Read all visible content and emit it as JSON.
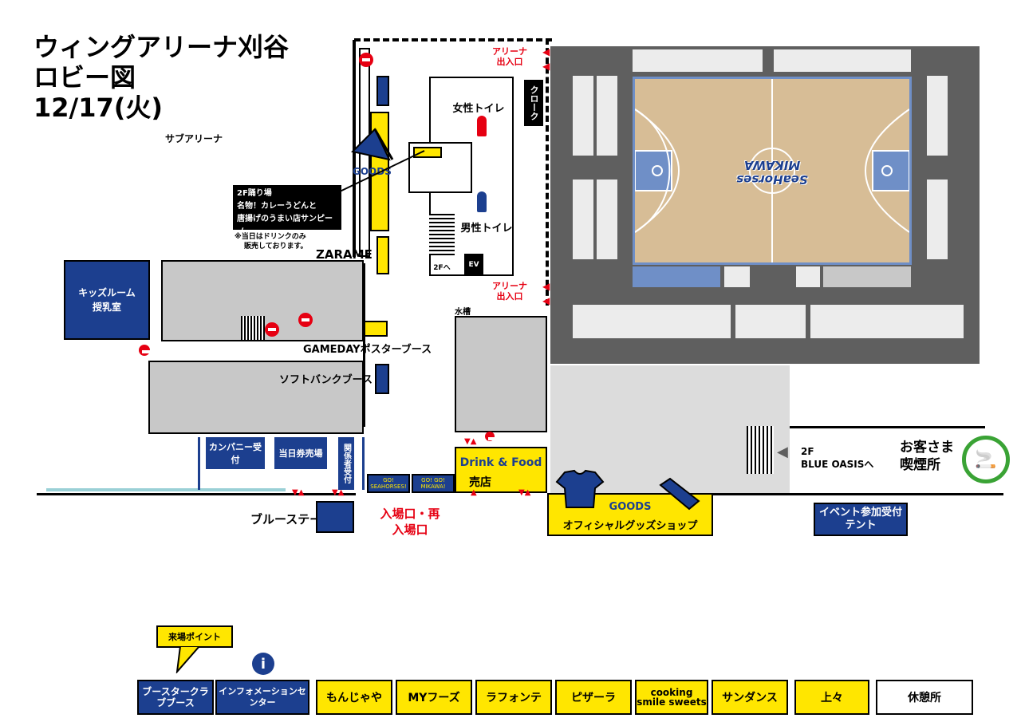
{
  "header": {
    "title_line1": "ウィングアリーナ刈谷",
    "title_line2": "ロビー図",
    "title_line3": "12/17(火)"
  },
  "areas": {
    "sub_arena": "サブアリーナ",
    "women_toilet": "女性トイレ",
    "men_toilet": "男性トイレ",
    "cloak": "クローク",
    "arena_entrance_top": "アリーナ出入口",
    "arena_entrance_mid": "アリーナ出入口",
    "kids_room": "キッズルーム授乳室",
    "zarame": "ZARAME",
    "gameday_poster": "GAMEDAYポスターブース",
    "softbank": "ソフトバンクブース",
    "water_tank": "水槽",
    "stairs_2f": "2Fへ",
    "ev": "EV",
    "company_reception": "カンパニー受付",
    "same_day_ticket": "当日券売場",
    "staff_reception": "関係者受付",
    "blue_stage": "ブルーステージ",
    "entrance": "入場口・再入場口",
    "drink_food": "Drink & Food",
    "shop": "売店",
    "goods_label": "GOODS",
    "official_shop": "オフィシャルグッズショップ",
    "blue_oasis_2f": "2F",
    "blue_oasis": "BLUE OASISへ",
    "smoking": "お客さま喫煙所",
    "event_tent": "イベント参加受付テント",
    "goods_side": "GOODS",
    "banner1": "GO! SEAHORSES!",
    "banner2": "GO! GO! MIKAWA!"
  },
  "callout": {
    "line1": "2F踊り場",
    "line2": "名物！カレーうどんと",
    "line3": "唐揚げのうまい店サンピーノ",
    "note1": "※当日はドリンクのみ",
    "note2": "販売しております。"
  },
  "legend": {
    "point_label": "来場ポイント",
    "items": [
      "ブースタークラブブース",
      "インフォメーションセンター",
      "もんじゃや",
      "MYフーズ",
      "ラフォンテ",
      "ピザーラ",
      "cooking smile sweets",
      "サンダンス",
      "上々",
      "休憩所"
    ]
  },
  "court_logo": "SeaHorses MIKAWA",
  "colors": {
    "navy": "#1c3f8f",
    "yellow": "#ffe600",
    "red": "#e60012",
    "green": "#3aa335",
    "grey": "#c8c8c8",
    "dark": "#5f5f5f",
    "court": "#d7bd96",
    "court_blue": "#6f8fc7"
  }
}
